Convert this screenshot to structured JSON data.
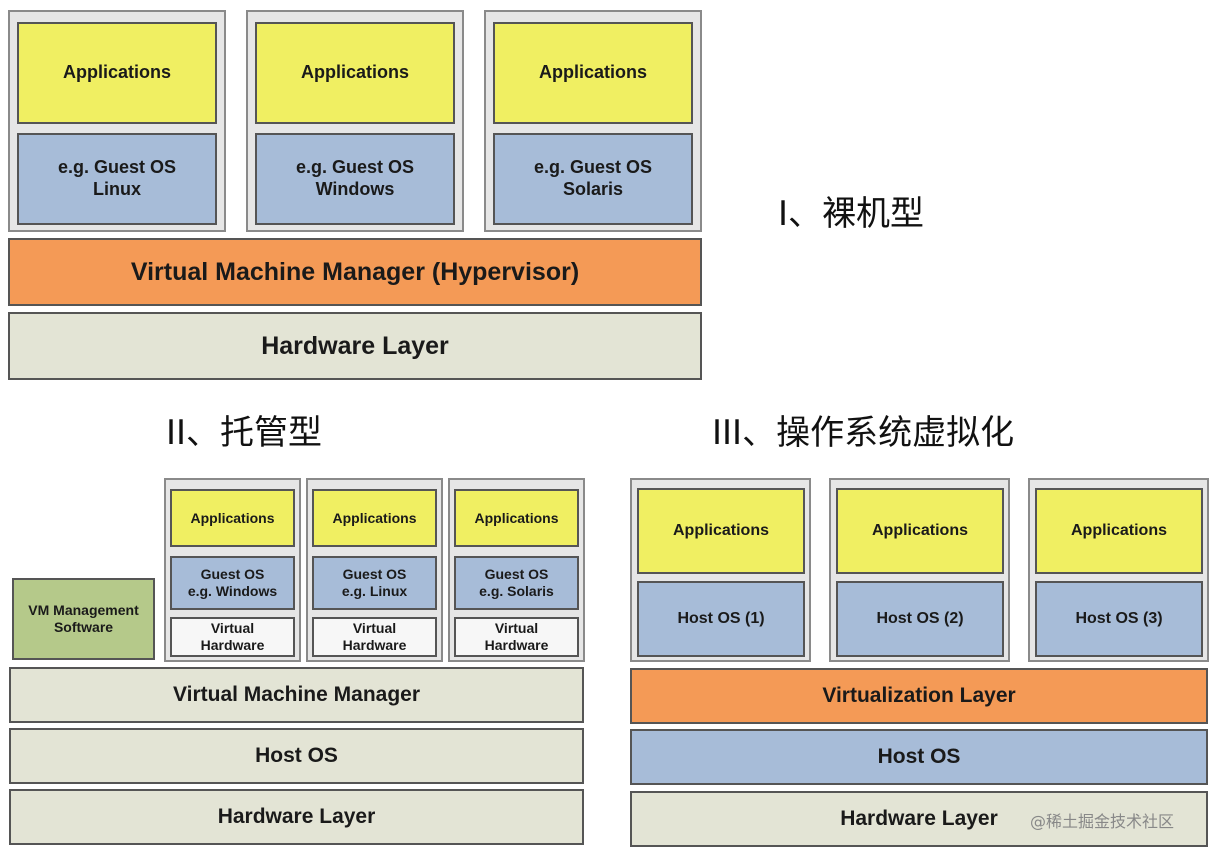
{
  "d1": {
    "title": "I、裸机型",
    "vms": [
      {
        "apps": "Applications",
        "os": "e.g. Guest OS\nLinux"
      },
      {
        "apps": "Applications",
        "os": "e.g. Guest OS\nWindows"
      },
      {
        "apps": "Applications",
        "os": "e.g. Guest OS\nSolaris"
      }
    ],
    "hypervisor": "Virtual Machine Manager (Hypervisor)",
    "hardware": "Hardware Layer"
  },
  "d2": {
    "title": "II、托管型",
    "mgmt": "VM Management\nSoftware",
    "vms": [
      {
        "apps": "Applications",
        "os": "Guest OS\ne.g. Windows",
        "vhw": "Virtual\nHardware"
      },
      {
        "apps": "Applications",
        "os": "Guest OS\ne.g. Linux",
        "vhw": "Virtual\nHardware"
      },
      {
        "apps": "Applications",
        "os": "Guest OS\ne.g. Solaris",
        "vhw": "Virtual\nHardware"
      }
    ],
    "vmm": "Virtual Machine Manager",
    "hostos": "Host OS",
    "hardware": "Hardware Layer"
  },
  "d3": {
    "title": "III、操作系统虚拟化",
    "vms": [
      {
        "apps": "Applications",
        "os": "Host OS (1)"
      },
      {
        "apps": "Applications",
        "os": "Host OS (2)"
      },
      {
        "apps": "Applications",
        "os": "Host OS (3)"
      }
    ],
    "vlayer": "Virtualization Layer",
    "hostos": "Host OS",
    "hardware": "Hardware Layer"
  },
  "watermark": "@稀土掘金技术社区"
}
